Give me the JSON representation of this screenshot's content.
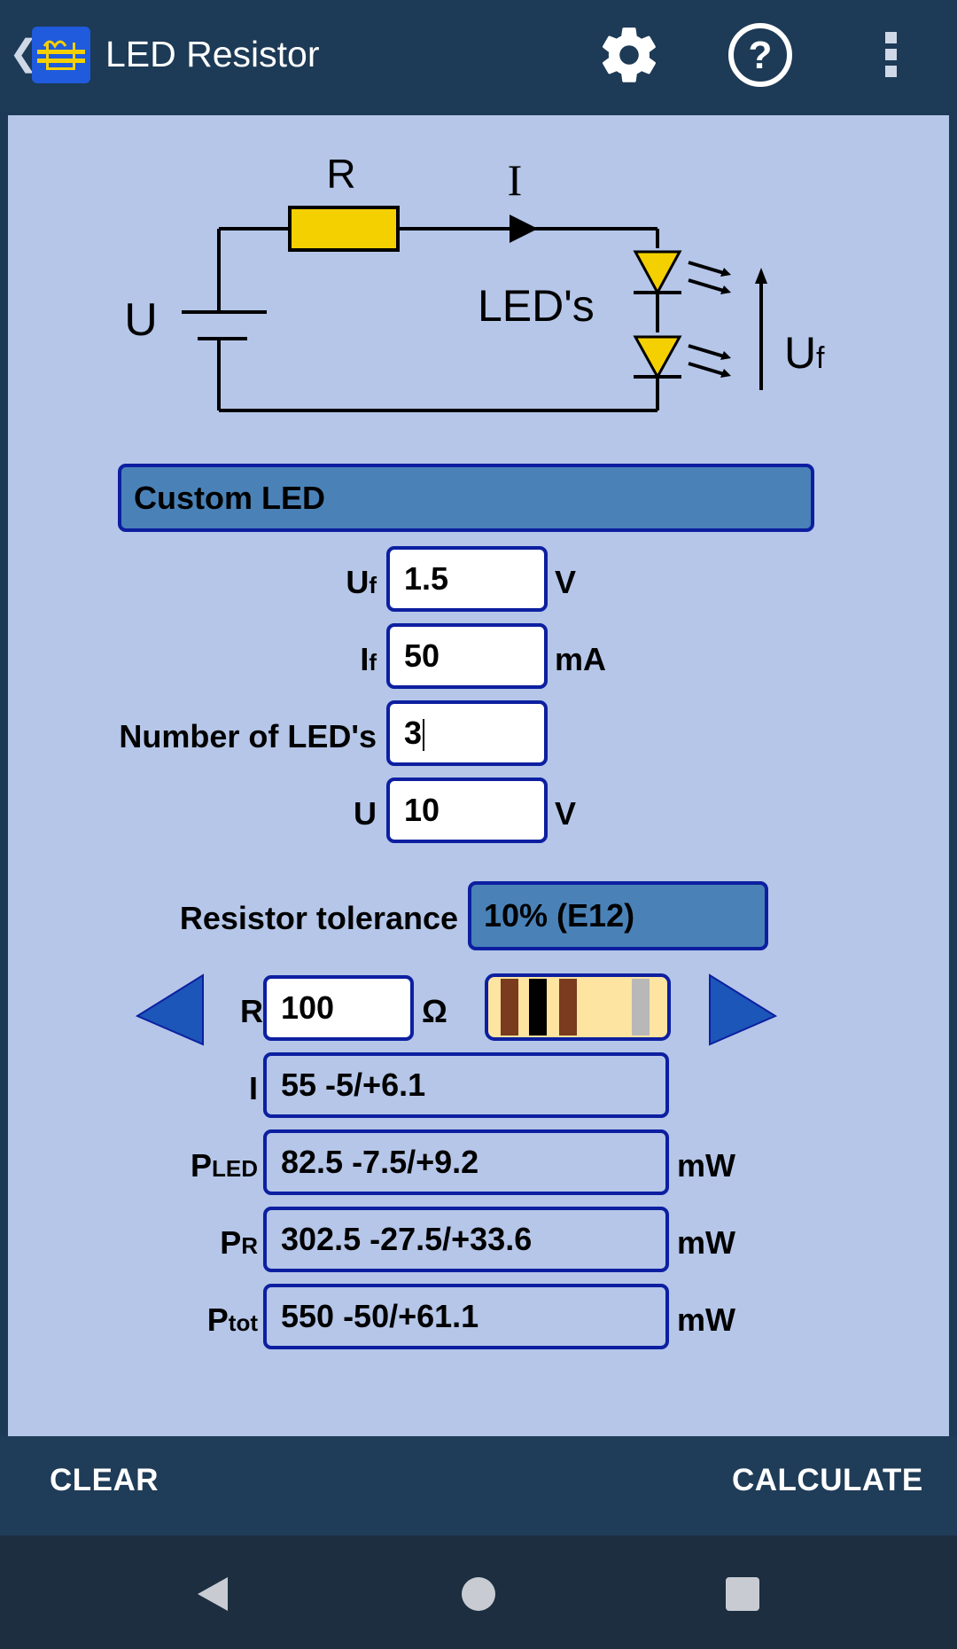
{
  "app": {
    "title": "LED Resistor",
    "icons": {
      "back": "chevron-left-icon",
      "settings": "gear-icon",
      "help": "help-circle-icon",
      "overflow": "more-vert-icon"
    }
  },
  "diagram": {
    "label_r": "R",
    "label_i": "I",
    "label_u": "U",
    "label_leds": "LED's",
    "label_uf_main": "U",
    "label_uf_sub": "f",
    "colors": {
      "resistor": "#f5d000",
      "led": "#f5d000",
      "wire": "#000000"
    }
  },
  "led_type": {
    "value": "Custom LED"
  },
  "inputs": {
    "uf": {
      "label_main": "U",
      "label_sub": "f",
      "value": "1.5",
      "unit": "V"
    },
    "if": {
      "label_main": "I",
      "label_sub": "f",
      "value": "50",
      "unit": "mA"
    },
    "count": {
      "label": "Number of LED's",
      "value": "3"
    },
    "u": {
      "label": "U",
      "value": "10",
      "unit": "V"
    }
  },
  "tolerance": {
    "label": "Resistor tolerance",
    "value": "10% (E12)"
  },
  "resistor": {
    "label": "R",
    "value": "100",
    "unit": "Ω",
    "band_colors": [
      "#7a3b1e",
      "#000000",
      "#7a3b1e",
      "#b8b8b8"
    ],
    "body_color": "#fde4a0",
    "prev_icon": "triangle-left-icon",
    "next_icon": "triangle-right-icon"
  },
  "results": {
    "i": {
      "label": "I",
      "value": "55  -5/+6.1"
    },
    "pled": {
      "label_main": "P",
      "label_sub": "LED",
      "value": "82.5  -7.5/+9.2",
      "unit": "mW"
    },
    "pr": {
      "label_main": "P",
      "label_sub": "R",
      "value": "302.5  -27.5/+33.6",
      "unit": "mW"
    },
    "ptot": {
      "label_main": "P",
      "label_sub": "tot",
      "value": "550  -50/+61.1",
      "unit": "mW"
    }
  },
  "actions": {
    "clear": "CLEAR",
    "calculate": "CALCULATE"
  },
  "nav": {
    "back": "nav-back-icon",
    "home": "nav-home-icon",
    "recents": "nav-recents-icon"
  }
}
